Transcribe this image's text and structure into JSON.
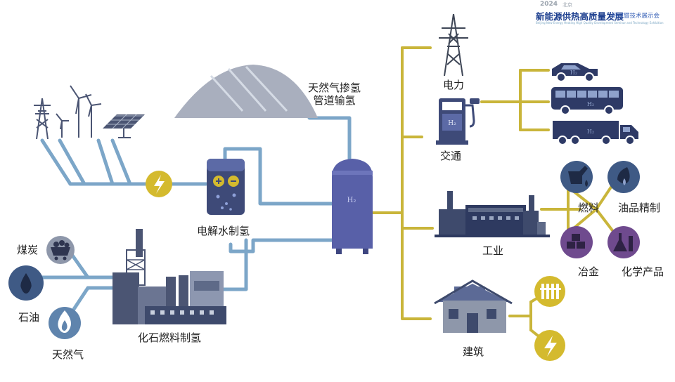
{
  "brand": {
    "year": "2024",
    "city": "北京",
    "main": "新能源供热高质量发展",
    "sub": "研讨暨技术展示会",
    "tagline": "Beijing New Energy Heating High Quality Development Seminar and Technology Exhibition"
  },
  "labels": {
    "pipeline_line1": "天然气掺氢",
    "pipeline_line2": "管道输氢",
    "electrolysis": "电解水制氢",
    "fossil": "化石燃料制氢",
    "coal": "煤炭",
    "oil": "石油",
    "gas": "天然气",
    "power": "电力",
    "transport": "交通",
    "industry": "工业",
    "building": "建筑",
    "fuel": "燃料",
    "oil_refining": "油品精制",
    "metallurgy": "冶金",
    "chemicals": "化学产品",
    "h2_tank": "H₂",
    "h2_station": "H₂",
    "h2_vehicle": "H₂"
  },
  "icons": {
    "renewables": [
      "transmission-tower-icon",
      "wind-turbine-icon",
      "solar-panel-icon"
    ],
    "electricity": "lightning-icon",
    "sources": [
      "coal-cart-icon",
      "oil-drop-icon",
      "gas-flame-icon"
    ],
    "vehicles": [
      "car-icon",
      "bus-icon",
      "truck-icon"
    ],
    "industry_uses": [
      "fuel-nozzle-icon",
      "oil-refining-icon",
      "metal-ingots-icon",
      "chemical-flask-icon"
    ],
    "building": [
      "house-icon",
      "radiator-icon",
      "lightning-icon"
    ]
  },
  "colors": {
    "blue_pipe": "#7ca6c8",
    "yellow_line": "#c9b53a",
    "navy": "#3b4f7c",
    "slate": "#5a6a8a",
    "tank": "#5860a8",
    "gray_blue": "#8e97aa",
    "gold_circle": "#d4ba2e",
    "dark_blue_circle": "#3f5a85",
    "purple_circle": "#6f4a8e",
    "title_blue": "#1d3f8f"
  }
}
